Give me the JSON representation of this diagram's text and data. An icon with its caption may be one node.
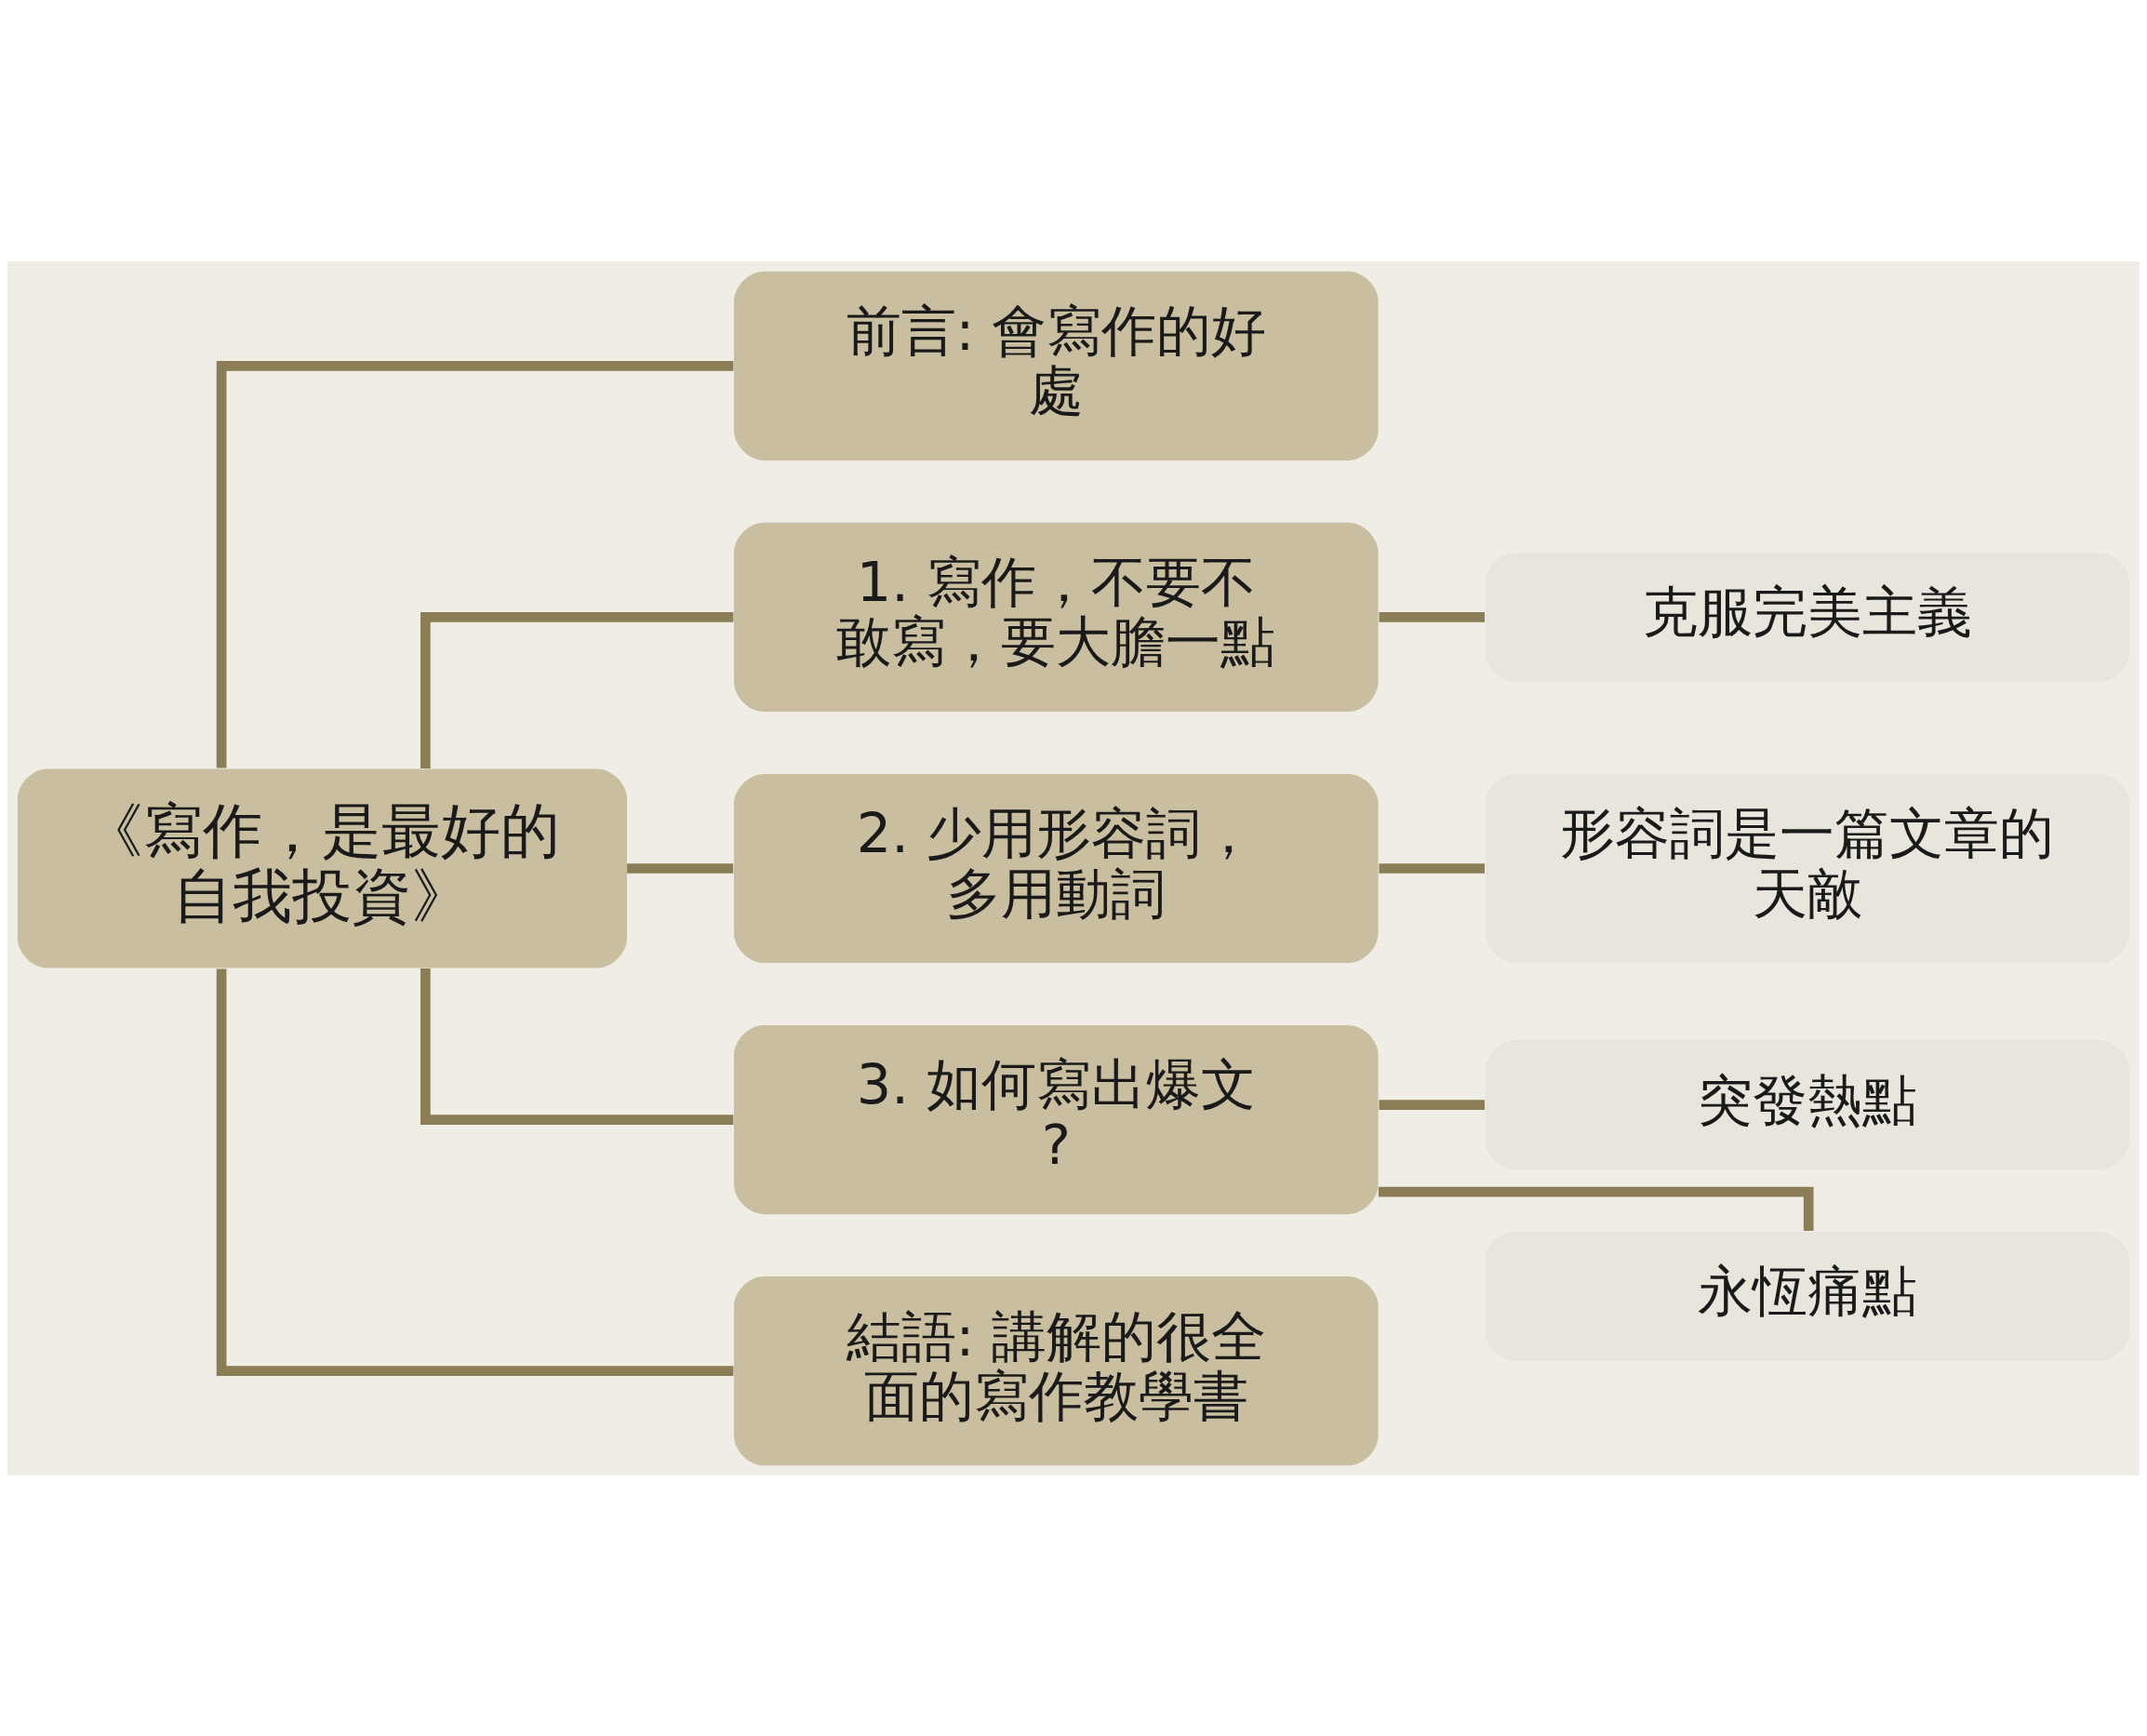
{
  "diagram": {
    "nodes": [
      {
        "text": [
          "《寫作，是最好的自我投資》"
        ]
      },
      {
        "text": [
          "前言: 會寫作的好處"
        ]
      },
      {
        "text": [
          "1. 寫作，不要不敢寫，要大膽一點"
        ]
      },
      {
        "text": [
          "克服完美主義"
        ]
      },
      {
        "text": [
          "2. 少用形容詞，多用動詞"
        ]
      },
      {
        "text": [
          "形容詞是一篇文章的天敵"
        ]
      },
      {
        "text": [
          "3. 如何寫出爆文?"
        ]
      },
      {
        "text": [
          "突發熱點"
        ]
      },
      {
        "text": [
          "永恆痛點"
        ]
      },
      {
        "text": [
          "結語: 講解的很全面的寫作教學書"
        ]
      }
    ],
    "edges": [
      {
        "from": 0,
        "to": 1,
        "arrow": "none"
      },
      {
        "from": 0,
        "to": 2,
        "arrow": "none"
      },
      {
        "from": 0,
        "to": 4,
        "arrow": "none"
      },
      {
        "from": 0,
        "to": 6,
        "arrow": "none"
      },
      {
        "from": 0,
        "to": 9,
        "arrow": "none"
      },
      {
        "from": 2,
        "to": 3,
        "arrow": "none"
      },
      {
        "from": 4,
        "to": 5,
        "arrow": "none"
      },
      {
        "from": 6,
        "to": 7,
        "arrow": "none"
      },
      {
        "from": 6,
        "to": 8,
        "arrow": "none"
      }
    ]
  }
}
